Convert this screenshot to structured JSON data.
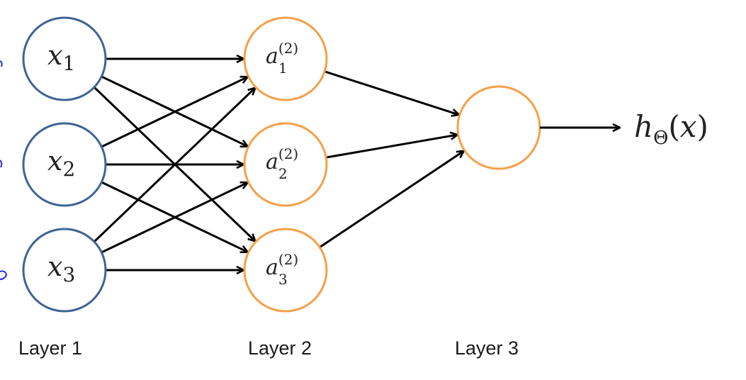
{
  "title": "Neural network with 3 layers",
  "colors": {
    "input_node": "#3e6494",
    "hidden_node": "#f5a04a",
    "output_node": "#f5a04a",
    "edge": "#000000",
    "annotation": "#2a2ae0"
  },
  "layers": [
    {
      "label": "Layer 1",
      "nodes": [
        {
          "var": "x",
          "sub": "1",
          "sup": ""
        },
        {
          "var": "x",
          "sub": "2",
          "sup": ""
        },
        {
          "var": "x",
          "sub": "3",
          "sup": ""
        }
      ]
    },
    {
      "label": "Layer 2",
      "nodes": [
        {
          "var": "a",
          "sub": "1",
          "sup": "(2)"
        },
        {
          "var": "a",
          "sub": "2",
          "sup": "(2)"
        },
        {
          "var": "a",
          "sub": "3",
          "sup": "(2)"
        }
      ]
    },
    {
      "label": "Layer 3",
      "nodes": [
        {
          "var": "",
          "sub": "",
          "sup": ""
        }
      ]
    }
  ],
  "connections": "fully-connected",
  "output": {
    "func": "h",
    "sub": "Θ",
    "open": "(",
    "arg": "x",
    "close": ")"
  }
}
